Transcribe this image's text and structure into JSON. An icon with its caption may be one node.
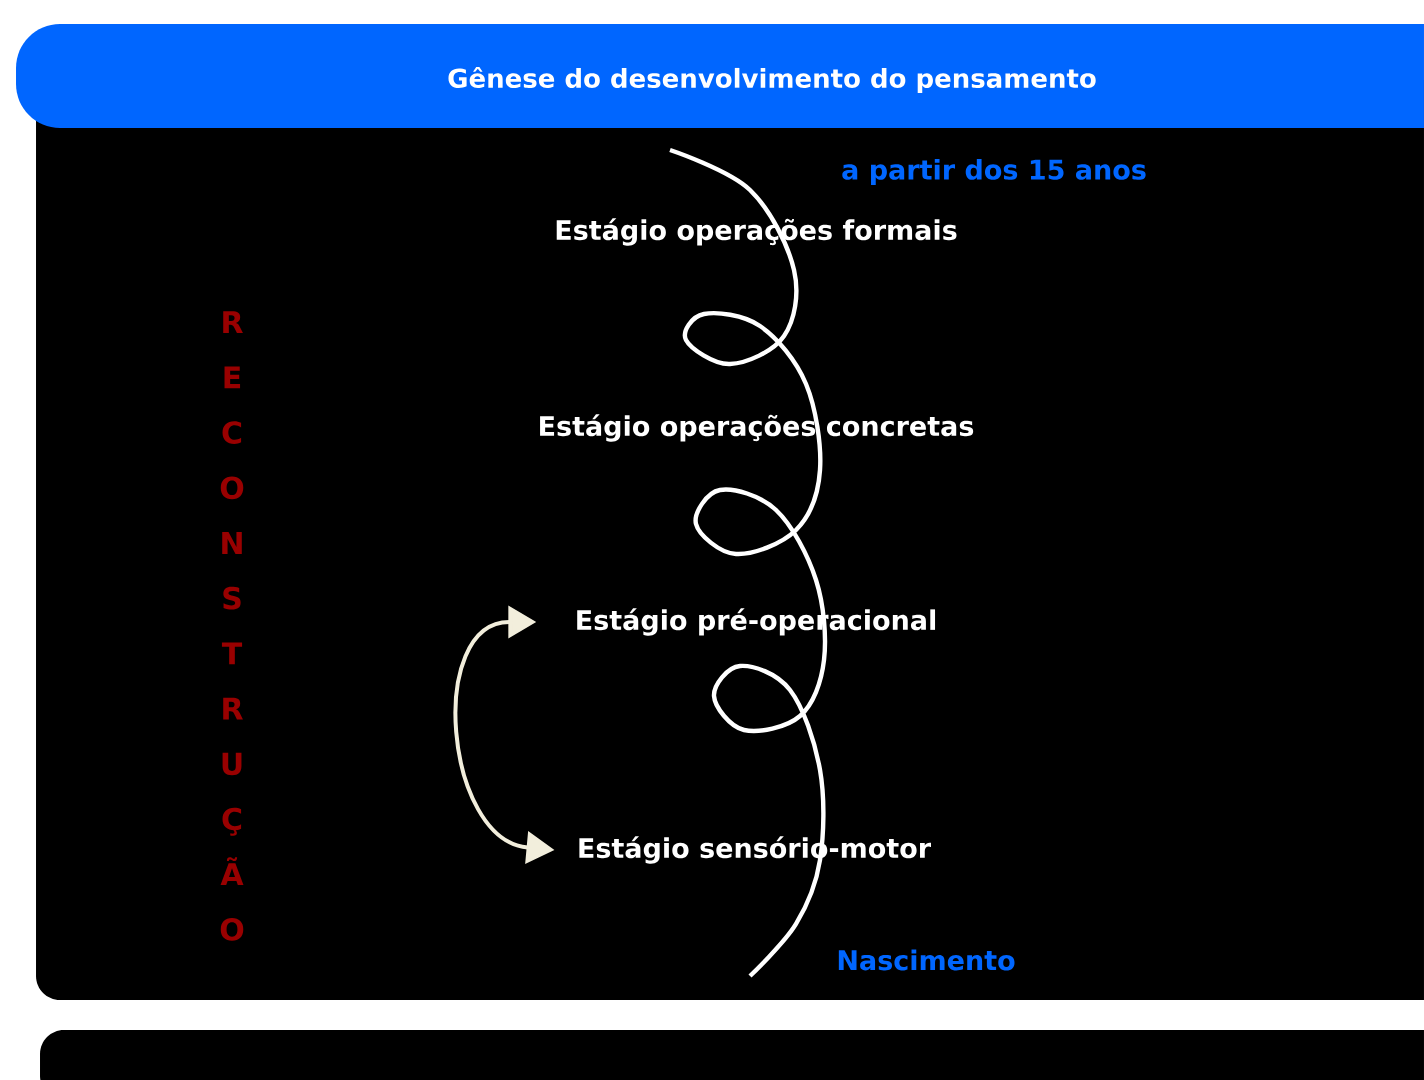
{
  "diagram": {
    "title": "Gênese do desenvolvimento do pensamento",
    "nodes": [
      {
        "text": [
          "Estágio operações formais"
        ]
      },
      {
        "text": [
          "Estágio operações concretas"
        ]
      },
      {
        "text": [
          "Estágio pré-operacional"
        ]
      },
      {
        "text": [
          "Estágio sensório-motor"
        ]
      }
    ],
    "edges": [
      {
        "from": 2,
        "to": 3,
        "arrow": "both"
      }
    ],
    "labels": [
      "a partir dos 15 anos",
      "RECONSTRUÇÃO",
      "Nascimento"
    ]
  }
}
